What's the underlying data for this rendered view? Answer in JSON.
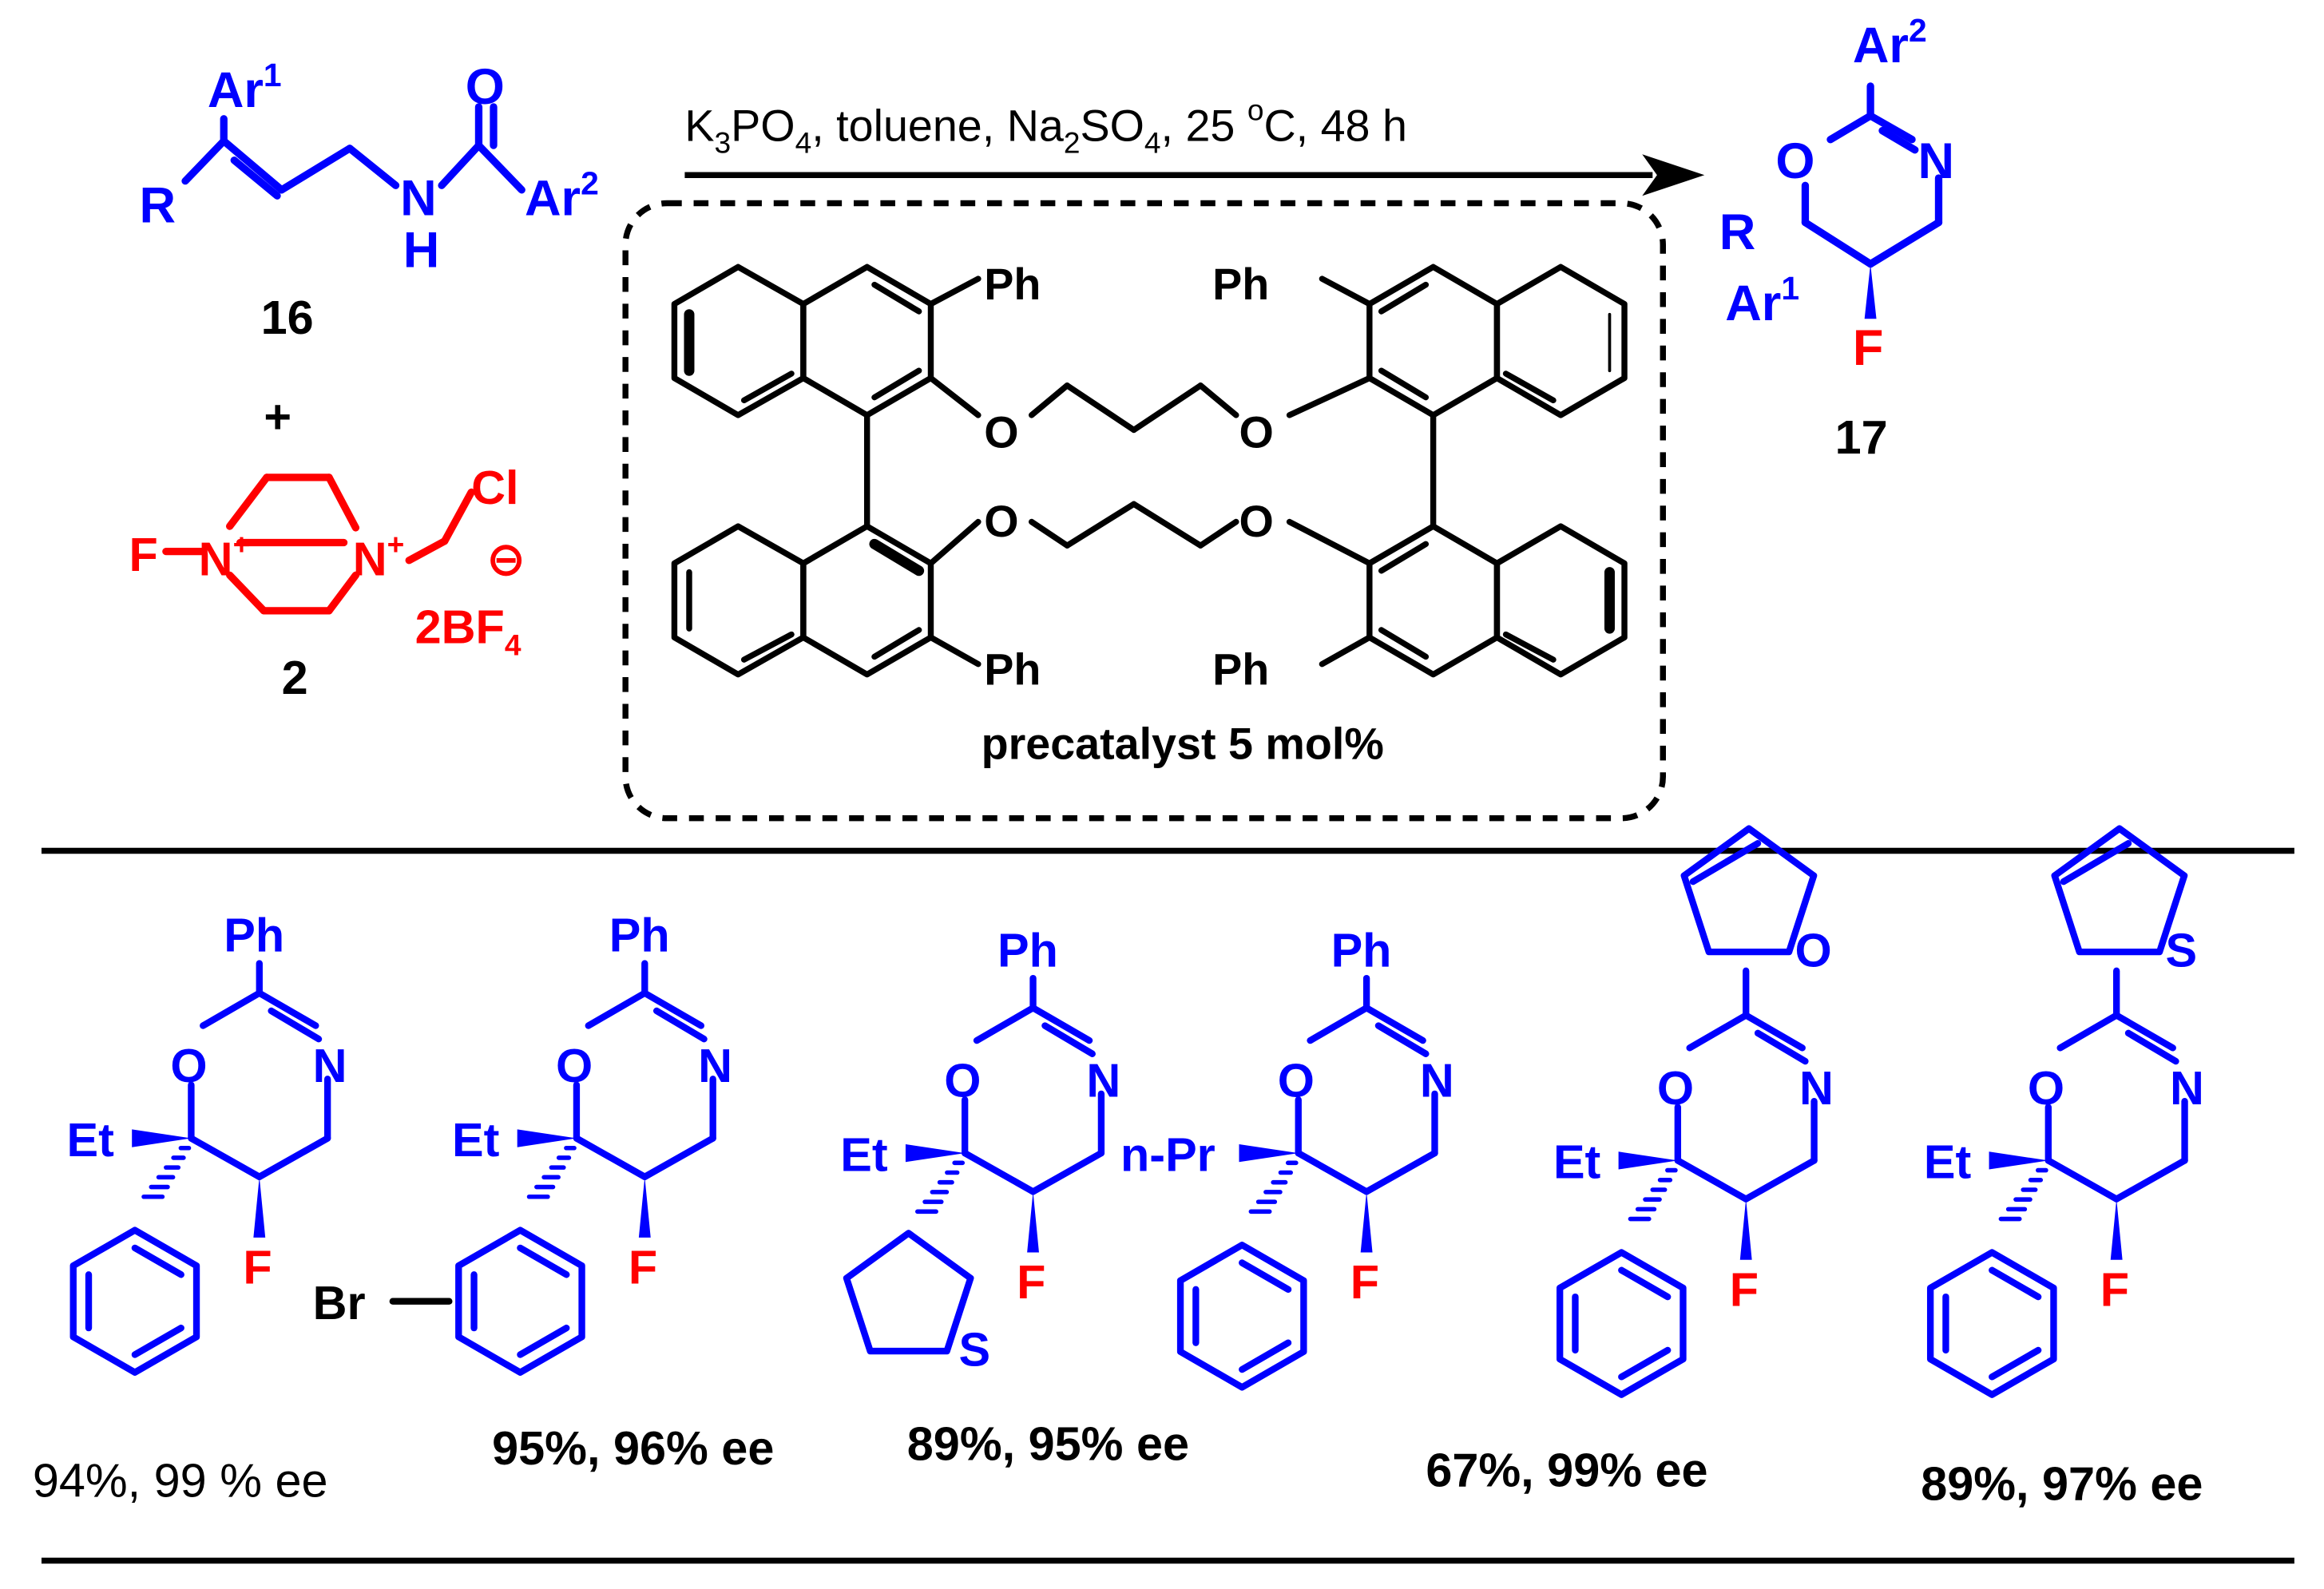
{
  "reaction": {
    "conditions": {
      "k3po4": {
        "main": "K",
        "sub1": "3",
        "mid": "PO",
        "sub2": "4"
      },
      "toluene": ", toluene, ",
      "na2so4": {
        "main": "Na",
        "sub1": "2",
        "mid": "SO",
        "sub2": "4"
      },
      "temp": {
        "pre": ", 25 ",
        "sup": "o",
        "post": "C, 48 h"
      }
    },
    "substrate": {
      "number": "16",
      "ar1": {
        "main": "Ar",
        "sup": "1"
      },
      "ar2": {
        "main": "Ar",
        "sup": "2"
      },
      "r": "R",
      "o": "O",
      "n": "N",
      "h": "H"
    },
    "plus": "+",
    "reagent": {
      "number": "2",
      "f": "F",
      "n1": "N",
      "n2": "N",
      "plus_charge": "+",
      "cl": "Cl",
      "minus_charge": "⊖",
      "counterion": {
        "main": "2BF",
        "sub": "4"
      }
    },
    "precatalyst": {
      "label": "precatalyst 5 mol%",
      "ph": "Ph",
      "o": "O"
    },
    "product": {
      "number": "17",
      "ar1": {
        "main": "Ar",
        "sup": "1"
      },
      "ar2": {
        "main": "Ar",
        "sup": "2"
      },
      "r": "R",
      "o": "O",
      "n": "N",
      "f": "F"
    }
  },
  "examples": [
    {
      "subst": "Et",
      "c2": "Ph",
      "aryl": "phenyl",
      "extra": "",
      "result": "94%, 99 % ee",
      "bold": false
    },
    {
      "subst": "Et",
      "c2": "Ph",
      "aryl": "4-bromophenyl",
      "extra": "Br",
      "result": "95%, 96% ee",
      "bold": true
    },
    {
      "subst": "Et",
      "c2": "Ph",
      "aryl": "2-thienyl",
      "extra": "S",
      "result": "89%, 95% ee",
      "bold": true
    },
    {
      "subst": "n-Pr",
      "c2": "Ph",
      "aryl": "phenyl",
      "extra": "",
      "result": "",
      "bold": true
    },
    {
      "subst": "Et",
      "c2": "O",
      "aryl": "phenyl",
      "extra": "",
      "result": "67%, 99% ee",
      "bold": true
    },
    {
      "subst": "Et",
      "c2": "S",
      "aryl": "phenyl",
      "extra": "",
      "result": "89%, 97% ee",
      "bold": true
    }
  ],
  "atoms": {
    "o": "O",
    "n": "N",
    "f": "F"
  },
  "colors": {
    "blue": "#0000FF",
    "red": "#FF0000",
    "black": "#000000"
  }
}
